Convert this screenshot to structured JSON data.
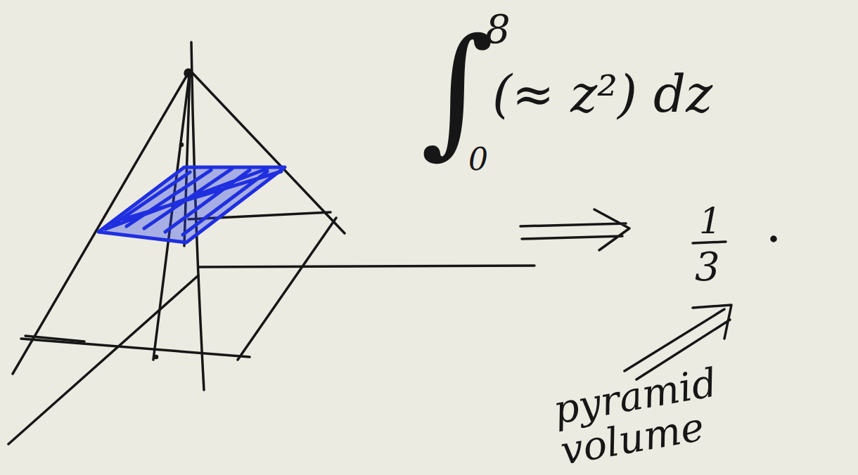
{
  "diagram": {
    "labels": [
      "∫",
      "8",
      "0",
      "(≈ z²) dz",
      "1",
      "3",
      "pyramid volume"
    ]
  }
}
